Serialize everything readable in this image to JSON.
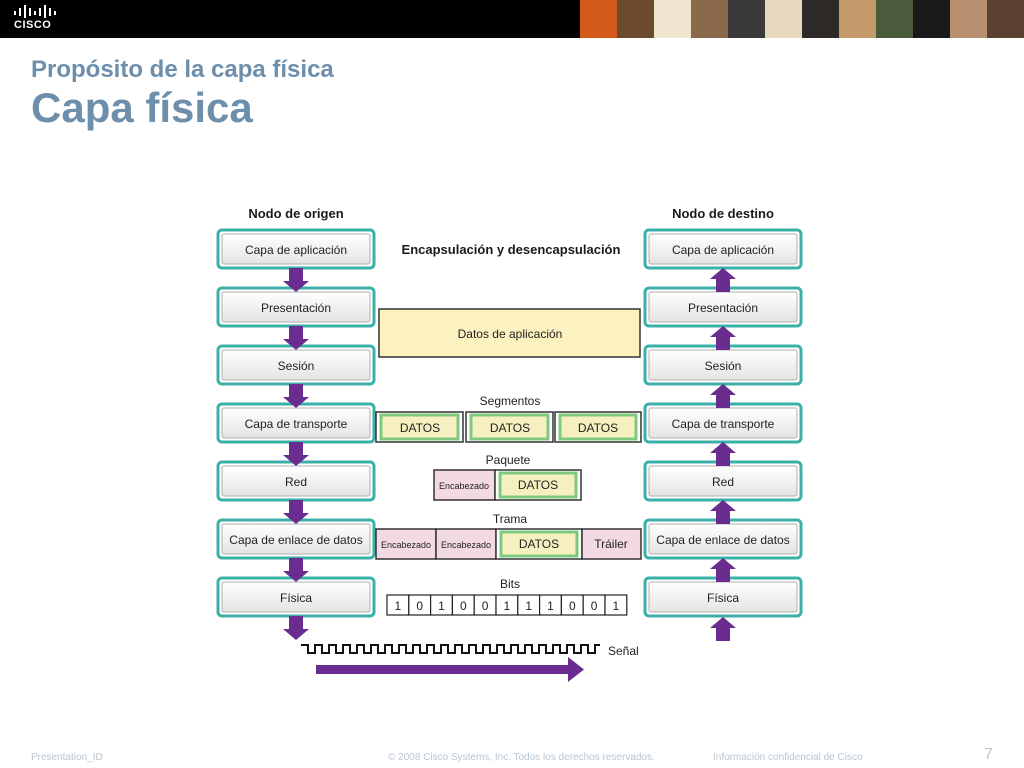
{
  "header": {
    "logo_text": "CISCO",
    "photo_colors": [
      "#d45a1c",
      "#6b4a2e",
      "#f0e6d0",
      "#8a6a4a",
      "#3a3a3a",
      "#e8d8c0",
      "#2e2a28",
      "#c49a6a",
      "#4a5a3a",
      "#1a1a1a",
      "#b89070",
      "#5a4030"
    ]
  },
  "slide": {
    "subtitle": "Propósito de la capa física",
    "title": "Capa física"
  },
  "diagram": {
    "origin_heading": "Nodo de origen",
    "dest_heading": "Nodo de destino",
    "center_heading": "Encapsulación y desencapsulación",
    "layers": [
      "Capa de aplicación",
      "Presentación",
      "Sesión",
      "Capa de transporte",
      "Red",
      "Capa de enlace de datos",
      "Física"
    ],
    "app_data_label": "Datos de aplicación",
    "segments_label": "Segmentos",
    "segment_datos": [
      "DATOS",
      "DATOS",
      "DATOS"
    ],
    "packet_label": "Paquete",
    "packet_header": "Encabezado",
    "packet_datos": "DATOS",
    "frame_label": "Trama",
    "frame_header_1": "Encabezado",
    "frame_header_2": "Encabezado",
    "frame_datos": "DATOS",
    "frame_trailer": "Tráiler",
    "bits_label": "Bits",
    "bits": [
      "1",
      "0",
      "1",
      "0",
      "0",
      "1",
      "1",
      "1",
      "0",
      "0",
      "1"
    ],
    "signal_label": "Señal",
    "colors": {
      "layer_border": "#3bb0a8",
      "arrow": "#6a2d8f",
      "data_fill": "#fbf2c0",
      "datos_fill": "#f6f0c0",
      "datos_border": "#7fc97f",
      "header_fill": "#f3d9e3",
      "trailer_fill": "#f3d9e3"
    }
  },
  "footer": {
    "presentation_id": "Presentation_ID",
    "copyright": "© 2008 Cisco Systems, Inc. Todos los derechos reservados.",
    "confidential": "Información confidencial de Cisco",
    "page_number": "7"
  }
}
